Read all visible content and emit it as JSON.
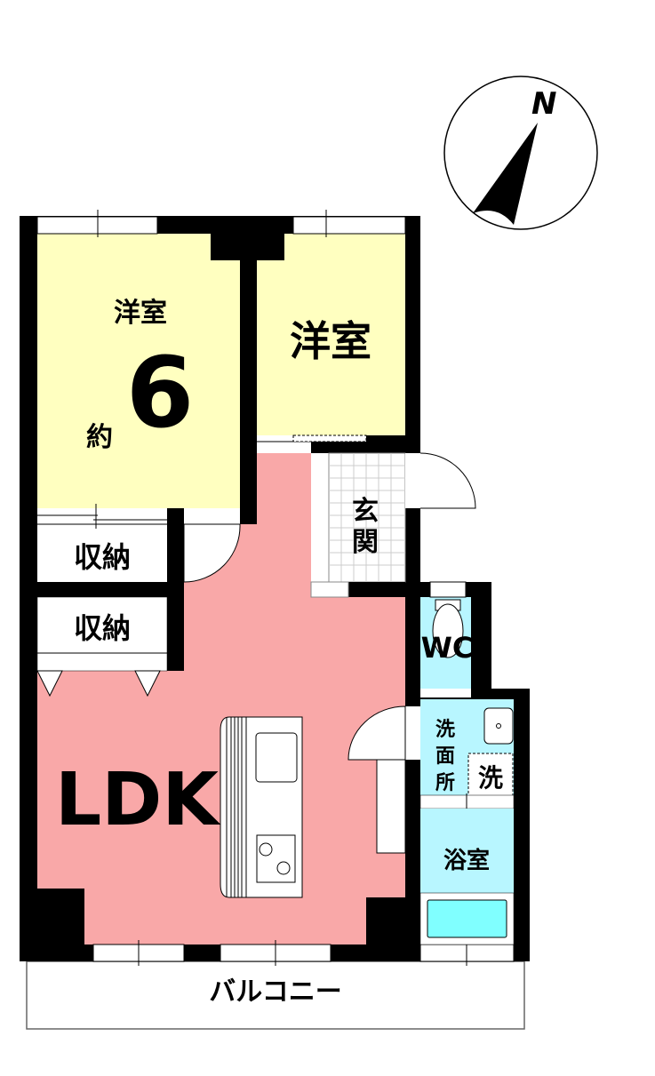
{
  "compass": {
    "north_label": "N"
  },
  "rooms": {
    "western_room_1": {
      "label": "洋室",
      "size_prefix": "約",
      "size": "6"
    },
    "western_room_2": {
      "label": "洋室"
    },
    "entrance": {
      "label_1": "玄",
      "label_2": "関"
    },
    "storage_1": {
      "label": "収納"
    },
    "storage_2": {
      "label": "収納"
    },
    "ldk": {
      "label": "LDK"
    },
    "wc": {
      "label": "WC"
    },
    "washroom": {
      "label_1": "洗",
      "label_2": "面",
      "label_3": "所",
      "washer": "洗"
    },
    "bathroom": {
      "label": "浴室"
    },
    "balcony": {
      "label": "バルコニー"
    }
  },
  "colors": {
    "western": "#FFFFC0",
    "ldk": "#F9A8A8",
    "wet": "#B8F6FF",
    "tub": "#80FFFF",
    "wall": "#000000"
  }
}
